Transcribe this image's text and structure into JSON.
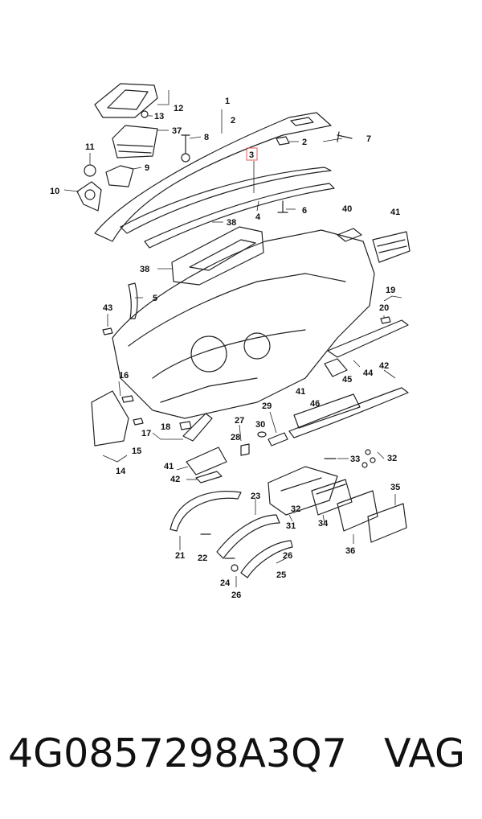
{
  "footer": {
    "part_number": "4G0857298A3Q7",
    "brand": "VAG"
  },
  "highlight_color": "#e05a5a",
  "callouts": {
    "n1": "1",
    "n2": "2",
    "n2b": "2",
    "n3": "3",
    "n4": "4",
    "n5": "5",
    "n6": "6",
    "n7": "7",
    "n8": "8",
    "n9": "9",
    "n10": "10",
    "n11": "11",
    "n12": "12",
    "n13": "13",
    "n14": "14",
    "n15": "15",
    "n16": "16",
    "n17": "17",
    "n18": "18",
    "n19": "19",
    "n20": "20",
    "n21": "21",
    "n22": "22",
    "n23": "23",
    "n24": "24",
    "n25": "25",
    "n26": "26",
    "n26b": "26",
    "n27": "27",
    "n28": "28",
    "n29": "29",
    "n30": "30",
    "n31": "31",
    "n32": "32",
    "n32b": "32",
    "n33": "33",
    "n34": "34",
    "n35": "35",
    "n36": "36",
    "n37": "37",
    "n38": "38",
    "n38b": "38",
    "n40": "40",
    "n41": "41",
    "n41b": "41",
    "n41c": "41",
    "n42": "42",
    "n42b": "42",
    "n43": "43",
    "n44": "44",
    "n45": "45",
    "n46": "46"
  }
}
